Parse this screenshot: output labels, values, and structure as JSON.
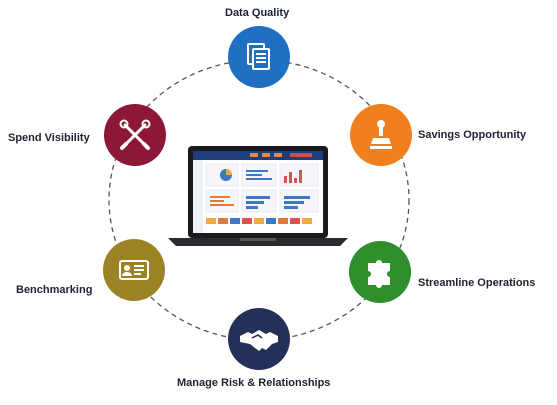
{
  "nodes": [
    {
      "label": "Data Quality",
      "icon": "documents-icon",
      "color": "#1f6fc2"
    },
    {
      "label": "Savings Opportunity",
      "icon": "stamp-icon",
      "color": "#f07f1e"
    },
    {
      "label": "Streamline Operations",
      "icon": "puzzle-icon",
      "color": "#2e8f2c"
    },
    {
      "label": "Manage Risk & Relationships",
      "icon": "handshake-icon",
      "color": "#233058"
    },
    {
      "label": "Benchmarking",
      "icon": "id-card-icon",
      "color": "#9b8224"
    },
    {
      "label": "Spend Visibility",
      "icon": "tools-icon",
      "color": "#8d1736"
    }
  ],
  "connector_style": "dashed"
}
